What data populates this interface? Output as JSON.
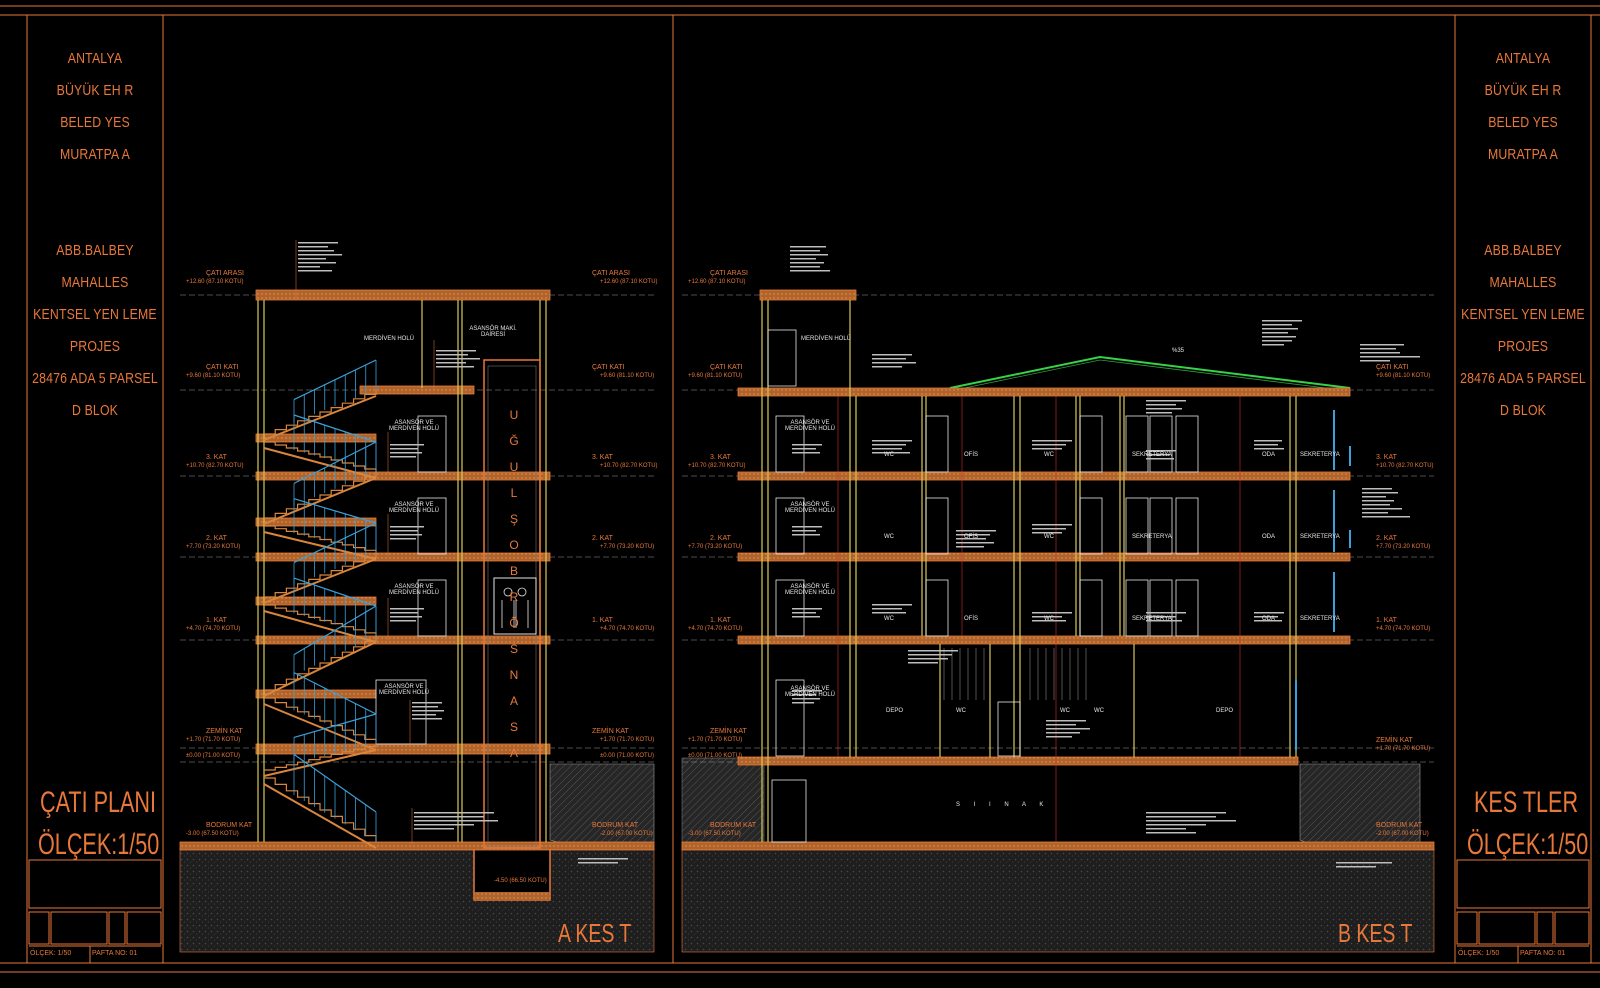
{
  "title_block_left": {
    "lines": [
      "ANTALYA",
      "BÜYÜK EH R",
      "BELED YES",
      "MURATPA A",
      "",
      "ABB.BALBEY",
      "MAHALLES",
      "KENTSEL YEN LEME",
      "PROJES",
      "28476 ADA 5 PARSEL",
      "D BLOK"
    ],
    "sheet_title": "ÇATI PLANI",
    "scale": "ÖLÇEK:1/50",
    "footer_left": "ÖLÇEK: 1/50",
    "footer_right": "PAFTA NO: 01"
  },
  "title_block_right": {
    "lines": [
      "ANTALYA",
      "BÜYÜK EH R",
      "BELED YES",
      "MURATPA A",
      "",
      "ABB.BALBEY",
      "MAHALLES",
      "KENTSEL YEN LEME",
      "PROJES",
      "28476 ADA 5 PARSEL",
      "D BLOK"
    ],
    "sheet_title": "KES TLER",
    "scale": "ÖLÇEK:1/50",
    "footer_left": "ÖLÇEK: 1/50",
    "footer_right": "PAFTA NO: 01"
  },
  "section_a": {
    "name": "A KES T",
    "shaft_label": [
      "A",
      "S",
      "A",
      "N",
      "S",
      "Ö",
      "R",
      "B",
      "O",
      "Ş",
      "L",
      "U",
      "Ğ",
      "U"
    ],
    "levels_left": [
      {
        "label": "ÇATI ARASI",
        "value": "+12.60 (87.10 KOTU)"
      },
      {
        "label": "ÇATI KATI",
        "value": "+9.60 (81.10 KOTU)"
      },
      {
        "label": "3. KAT",
        "value": "+10.70 (82.70 KOTU)"
      },
      {
        "label": "2. KAT",
        "value": "+7.70 (73.20 KOTU)"
      },
      {
        "label": "1. KAT",
        "value": "+4.70 (74.70 KOTU)"
      },
      {
        "label": "ZEMİN KAT",
        "value": "+1.70 (71.70 KOTU)"
      },
      {
        "label": "",
        "value": "±0.00 (71.00 KOTU)"
      },
      {
        "label": "BODRUM KAT",
        "value": "-3.00 (67.50 KOTU)"
      }
    ],
    "levels_right": [
      {
        "label": "ÇATI ARASI",
        "value": "+12.60 (87.10 KOTU)"
      },
      {
        "label": "ÇATI KATI",
        "value": "+9.60 (81.10 KOTU)"
      },
      {
        "label": "3. KAT",
        "value": "+10.70 (82.70 KOTU)"
      },
      {
        "label": "2. KAT",
        "value": "+7.70 (73.20 KOTU)"
      },
      {
        "label": "1. KAT",
        "value": "+4.70 (74.70 KOTU)"
      },
      {
        "label": "ZEMİN KAT",
        "value": "+1.70 (71.70 KOTU)"
      },
      {
        "label": "",
        "value": "±0.00 (71.00 KOTU)"
      },
      {
        "label": "BODRUM KAT",
        "value": "-2.00 (67.00 KOTU)"
      }
    ],
    "rooms": [
      "MERDİVEN HOLÜ",
      "ASANSÖR MAKİ. DAİRESİ",
      "ASANSÖR VE MERDİVEN HOLÜ",
      "ASANSÖR VE MERDİVEN HOLÜ",
      "ASANSÖR VE MERDİVEN HOLÜ",
      "ASANSÖR VE MERDİVEN HOLÜ"
    ],
    "pit": "-4.50 (66.50 KOTU)"
  },
  "section_b": {
    "name": "B KES T",
    "levels_left": [
      {
        "label": "ÇATI ARASI",
        "value": "+12.60 (87.10 KOTU)"
      },
      {
        "label": "ÇATI KATI",
        "value": "+9.60 (81.10 KOTU)"
      },
      {
        "label": "3. KAT",
        "value": "+10.70 (82.70 KOTU)"
      },
      {
        "label": "2. KAT",
        "value": "+7.70 (73.20 KOTU)"
      },
      {
        "label": "1. KAT",
        "value": "+4.70 (74.70 KOTU)"
      },
      {
        "label": "ZEMİN KAT",
        "value": "+1.70 (71.70 KOTU)"
      },
      {
        "label": "",
        "value": "±0.00 (71.00 KOTU)"
      },
      {
        "label": "BODRUM KAT",
        "value": "-3.00 (67.50 KOTU)"
      }
    ],
    "levels_right": [
      {
        "label": "ÇATI KATI",
        "value": "+9.60 (81.10 KOTU)"
      },
      {
        "label": "3. KAT",
        "value": "+10.70 (82.70 KOTU)"
      },
      {
        "label": "2. KAT",
        "value": "+7.70 (73.20 KOTU)"
      },
      {
        "label": "1. KAT",
        "value": "+4.70 (74.70 KOTU)"
      },
      {
        "label": "ZEMİN KAT",
        "value": "+1.70 (71.70 KOTU)"
      },
      {
        "label": "BODRUM KAT",
        "value": "-2.00 (67.00 KOTU)"
      }
    ],
    "roof_slope": "%35",
    "rooms_row": [
      "WC",
      "OFİS",
      "WC",
      "SEKRETERYA",
      "OFİS",
      "ODA",
      "SEKRETERYA"
    ],
    "ground_rooms": [
      "DEPO",
      "WC",
      "WC",
      "WC",
      "DEPO"
    ],
    "stair_rooms": [
      "MERDİVEN HOLÜ",
      "ASANSÖR VE MERDİVEN HOLÜ",
      "ASANSÖR VE MERDİVEN HOLÜ",
      "ASANSÖR VE MERDİVEN HOLÜ",
      "ASANSÖR VE MERDİVEN HOLÜ"
    ],
    "basement": "S I I N A K"
  },
  "colors": {
    "frame": "#e8783a",
    "slab": "#d9863c",
    "wall": "#d8c95a",
    "rail": "#3aa0d8",
    "roof": "#37d24a",
    "soil": "#2e2e2e",
    "hatch": "#3c3c3c"
  }
}
